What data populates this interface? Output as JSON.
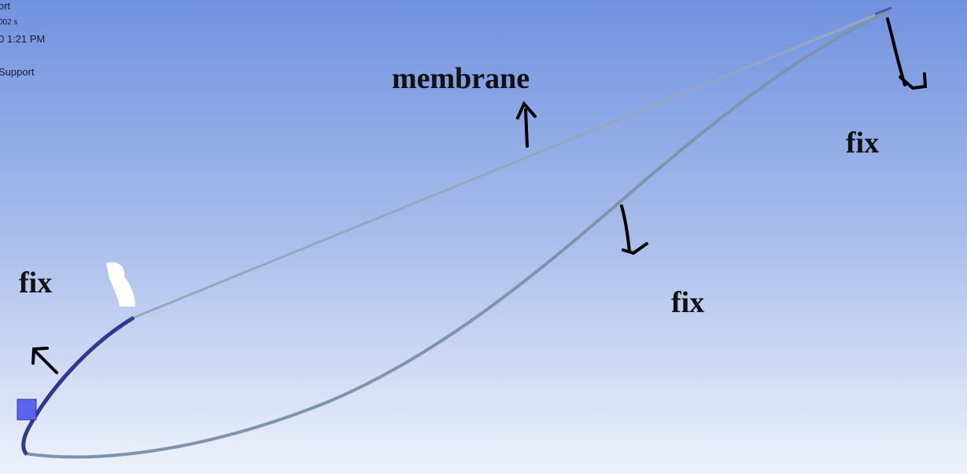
{
  "info_panel": {
    "line1": "ort",
    "line2": "002 s",
    "line3": "0 1:21 PM",
    "line4": "Support"
  },
  "annotations": {
    "membrane": "membrane",
    "fix_left": "fix",
    "fix_middle": "fix",
    "fix_right": "fix"
  },
  "colors": {
    "support_edge": "#2f3a8f",
    "support_marker": "#5b63f0",
    "geometry_line": "#8ea4bd"
  }
}
